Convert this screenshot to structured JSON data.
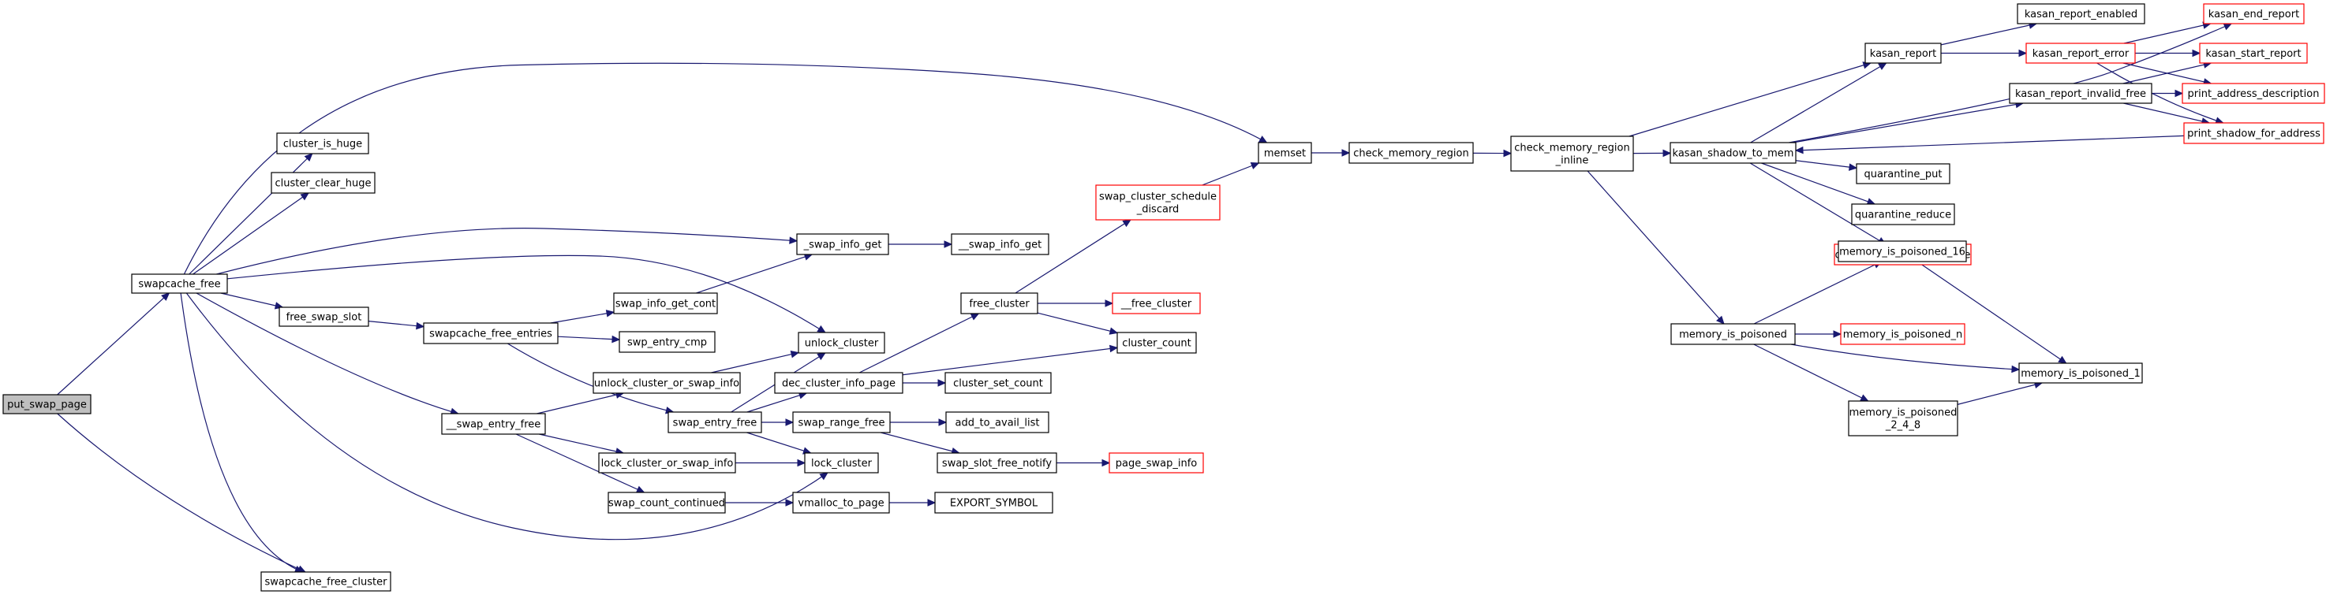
{
  "colors": {
    "edge": "#191970",
    "border_normal": "#000000",
    "border_truncated": "#ff0000",
    "fill_root": "#bfbfbf",
    "fill_normal": "#ffffff",
    "text": "#000000"
  },
  "nodes": {
    "put_swap_page": {
      "label": "put_swap_page",
      "style": "root"
    },
    "swapcache_free": {
      "label": "swapcache_free",
      "style": "normal"
    },
    "swapcache_free_cluster": {
      "label": "swapcache_free_cluster",
      "style": "normal"
    },
    "cluster_is_huge": {
      "label": "cluster_is_huge",
      "style": "normal"
    },
    "cluster_clear_huge": {
      "label": "cluster_clear_huge",
      "style": "normal"
    },
    "free_swap_slot": {
      "label": "free_swap_slot",
      "style": "normal"
    },
    "__swap_entry_free": {
      "label": "__swap_entry_free",
      "style": "normal"
    },
    "swapcache_free_entries": {
      "label": "swapcache_free_entries",
      "style": "normal"
    },
    "swap_info_get_cont": {
      "label": "swap_info_get_cont",
      "style": "normal"
    },
    "swp_entry_cmp": {
      "label": "swp_entry_cmp",
      "style": "normal"
    },
    "unlock_cluster_or_swap_info": {
      "label": "unlock_cluster_or_swap_info",
      "style": "normal"
    },
    "lock_cluster_or_swap_info": {
      "label": "lock_cluster_or_swap_info",
      "style": "normal"
    },
    "swap_count_continued": {
      "label": "swap_count_continued",
      "style": "normal"
    },
    "_swap_info_get": {
      "label": "_swap_info_get",
      "style": "normal"
    },
    "__swap_info_get": {
      "label": "__swap_info_get",
      "style": "normal"
    },
    "unlock_cluster": {
      "label": "unlock_cluster",
      "style": "normal"
    },
    "dec_cluster_info_page": {
      "label": "dec_cluster_info_page",
      "style": "normal"
    },
    "swap_entry_free": {
      "label": "swap_entry_free",
      "style": "normal"
    },
    "swap_range_free": {
      "label": "swap_range_free",
      "style": "normal"
    },
    "lock_cluster": {
      "label": "lock_cluster",
      "style": "normal"
    },
    "vmalloc_to_page": {
      "label": "vmalloc_to_page",
      "style": "normal"
    },
    "free_cluster": {
      "label": "free_cluster",
      "style": "normal"
    },
    "cluster_set_count": {
      "label": "cluster_set_count",
      "style": "normal"
    },
    "add_to_avail_list": {
      "label": "add_to_avail_list",
      "style": "normal"
    },
    "swap_slot_free_notify": {
      "label": "swap_slot_free_notify",
      "style": "normal"
    },
    "EXPORT_SYMBOL": {
      "label": "EXPORT_SYMBOL",
      "style": "normal"
    },
    "swap_cluster_schedule_discard": {
      "label": "swap_cluster_schedule\n_discard",
      "style": "truncated"
    },
    "__free_cluster": {
      "label": "__free_cluster",
      "style": "truncated"
    },
    "cluster_count": {
      "label": "cluster_count",
      "style": "normal"
    },
    "page_swap_info": {
      "label": "page_swap_info",
      "style": "truncated"
    },
    "memset": {
      "label": "memset",
      "style": "normal"
    },
    "check_memory_region": {
      "label": "check_memory_region",
      "style": "normal"
    },
    "check_memory_region_inline": {
      "label": "check_memory_region\n_inline",
      "style": "normal"
    },
    "kasan_shadow_to_mem": {
      "label": "kasan_shadow_to_mem",
      "style": "normal"
    },
    "kasan_report": {
      "label": "kasan_report",
      "style": "normal"
    },
    "kasan_report_enabled": {
      "label": "kasan_report_enabled",
      "style": "normal"
    },
    "kasan_report_error": {
      "label": "kasan_report_error",
      "style": "truncated"
    },
    "kasan_end_report": {
      "label": "kasan_end_report",
      "style": "truncated"
    },
    "kasan_start_report": {
      "label": "kasan_start_report",
      "style": "truncated"
    },
    "print_address_description": {
      "label": "print_address_description",
      "style": "truncated"
    },
    "kasan_report_invalid_free": {
      "label": "kasan_report_invalid_free",
      "style": "normal"
    },
    "print_shadow_for_address": {
      "label": "print_shadow_for_address",
      "style": "truncated"
    },
    "quarantine_put": {
      "label": "quarantine_put",
      "style": "normal"
    },
    "quarantine_reduce": {
      "label": "quarantine_reduce",
      "style": "normal"
    },
    "quarantine_remove_cache": {
      "label": "quarantine_remove_cache",
      "style": "truncated"
    },
    "memory_is_poisoned": {
      "label": "memory_is_poisoned",
      "style": "normal"
    },
    "memory_is_poisoned_16": {
      "label": "memory_is_poisoned_16",
      "style": "normal"
    },
    "memory_is_poisoned_n": {
      "label": "memory_is_poisoned_n",
      "style": "truncated"
    },
    "memory_is_poisoned_1": {
      "label": "memory_is_poisoned_1",
      "style": "normal"
    },
    "memory_is_poisoned_2_4_8": {
      "label": "memory_is_poisoned\n_2_4_8",
      "style": "normal"
    }
  },
  "edges": [
    [
      "put_swap_page",
      "swapcache_free"
    ],
    [
      "put_swap_page",
      "swapcache_free_cluster"
    ],
    [
      "swapcache_free",
      "swapcache_free_cluster"
    ],
    [
      "swapcache_free",
      "cluster_is_huge"
    ],
    [
      "swapcache_free",
      "cluster_clear_huge"
    ],
    [
      "swapcache_free",
      "free_swap_slot"
    ],
    [
      "swapcache_free",
      "__swap_entry_free"
    ],
    [
      "swapcache_free",
      "_swap_info_get"
    ],
    [
      "swapcache_free",
      "unlock_cluster"
    ],
    [
      "swapcache_free",
      "lock_cluster"
    ],
    [
      "swapcache_free",
      "memset"
    ],
    [
      "free_swap_slot",
      "swapcache_free_entries"
    ],
    [
      "swapcache_free_entries",
      "swap_info_get_cont"
    ],
    [
      "swapcache_free_entries",
      "swp_entry_cmp"
    ],
    [
      "swapcache_free_entries",
      "swap_entry_free"
    ],
    [
      "swap_info_get_cont",
      "_swap_info_get"
    ],
    [
      "_swap_info_get",
      "__swap_info_get"
    ],
    [
      "__swap_entry_free",
      "unlock_cluster_or_swap_info"
    ],
    [
      "__swap_entry_free",
      "lock_cluster_or_swap_info"
    ],
    [
      "__swap_entry_free",
      "swap_count_continued"
    ],
    [
      "unlock_cluster_or_swap_info",
      "unlock_cluster"
    ],
    [
      "lock_cluster_or_swap_info",
      "lock_cluster"
    ],
    [
      "swap_count_continued",
      "vmalloc_to_page"
    ],
    [
      "vmalloc_to_page",
      "EXPORT_SYMBOL"
    ],
    [
      "swap_entry_free",
      "unlock_cluster"
    ],
    [
      "swap_entry_free",
      "dec_cluster_info_page"
    ],
    [
      "swap_entry_free",
      "swap_range_free"
    ],
    [
      "swap_entry_free",
      "lock_cluster"
    ],
    [
      "dec_cluster_info_page",
      "free_cluster"
    ],
    [
      "dec_cluster_info_page",
      "cluster_set_count"
    ],
    [
      "dec_cluster_info_page",
      "cluster_count"
    ],
    [
      "swap_range_free",
      "add_to_avail_list"
    ],
    [
      "swap_range_free",
      "swap_slot_free_notify"
    ],
    [
      "swap_slot_free_notify",
      "page_swap_info"
    ],
    [
      "free_cluster",
      "swap_cluster_schedule_discard"
    ],
    [
      "free_cluster",
      "__free_cluster"
    ],
    [
      "free_cluster",
      "cluster_count"
    ],
    [
      "swap_cluster_schedule_discard",
      "memset"
    ],
    [
      "memset",
      "check_memory_region"
    ],
    [
      "check_memory_region",
      "check_memory_region_inline"
    ],
    [
      "check_memory_region_inline",
      "kasan_report"
    ],
    [
      "check_memory_region_inline",
      "kasan_shadow_to_mem"
    ],
    [
      "check_memory_region_inline",
      "memory_is_poisoned"
    ],
    [
      "kasan_shadow_to_mem",
      "kasan_report"
    ],
    [
      "kasan_shadow_to_mem",
      "kasan_report_invalid_free"
    ],
    [
      "kasan_shadow_to_mem",
      "quarantine_put"
    ],
    [
      "kasan_shadow_to_mem",
      "quarantine_reduce"
    ],
    [
      "kasan_shadow_to_mem",
      "quarantine_remove_cache"
    ],
    [
      "kasan_shadow_to_mem",
      "kasan_end_report"
    ],
    [
      "kasan_report",
      "kasan_report_enabled"
    ],
    [
      "kasan_report",
      "kasan_report_error"
    ],
    [
      "kasan_report_error",
      "kasan_end_report"
    ],
    [
      "kasan_report_error",
      "kasan_start_report"
    ],
    [
      "kasan_report_error",
      "print_address_description"
    ],
    [
      "kasan_report_error",
      "print_shadow_for_address"
    ],
    [
      "kasan_report_invalid_free",
      "kasan_start_report"
    ],
    [
      "kasan_report_invalid_free",
      "print_address_description"
    ],
    [
      "kasan_report_invalid_free",
      "print_shadow_for_address"
    ],
    [
      "print_shadow_for_address",
      "kasan_shadow_to_mem"
    ],
    [
      "memory_is_poisoned",
      "memory_is_poisoned_16"
    ],
    [
      "memory_is_poisoned",
      "memory_is_poisoned_n"
    ],
    [
      "memory_is_poisoned",
      "memory_is_poisoned_1"
    ],
    [
      "memory_is_poisoned",
      "memory_is_poisoned_2_4_8"
    ],
    [
      "memory_is_poisoned_16",
      "memory_is_poisoned_1"
    ],
    [
      "memory_is_poisoned_2_4_8",
      "memory_is_poisoned_1"
    ]
  ]
}
